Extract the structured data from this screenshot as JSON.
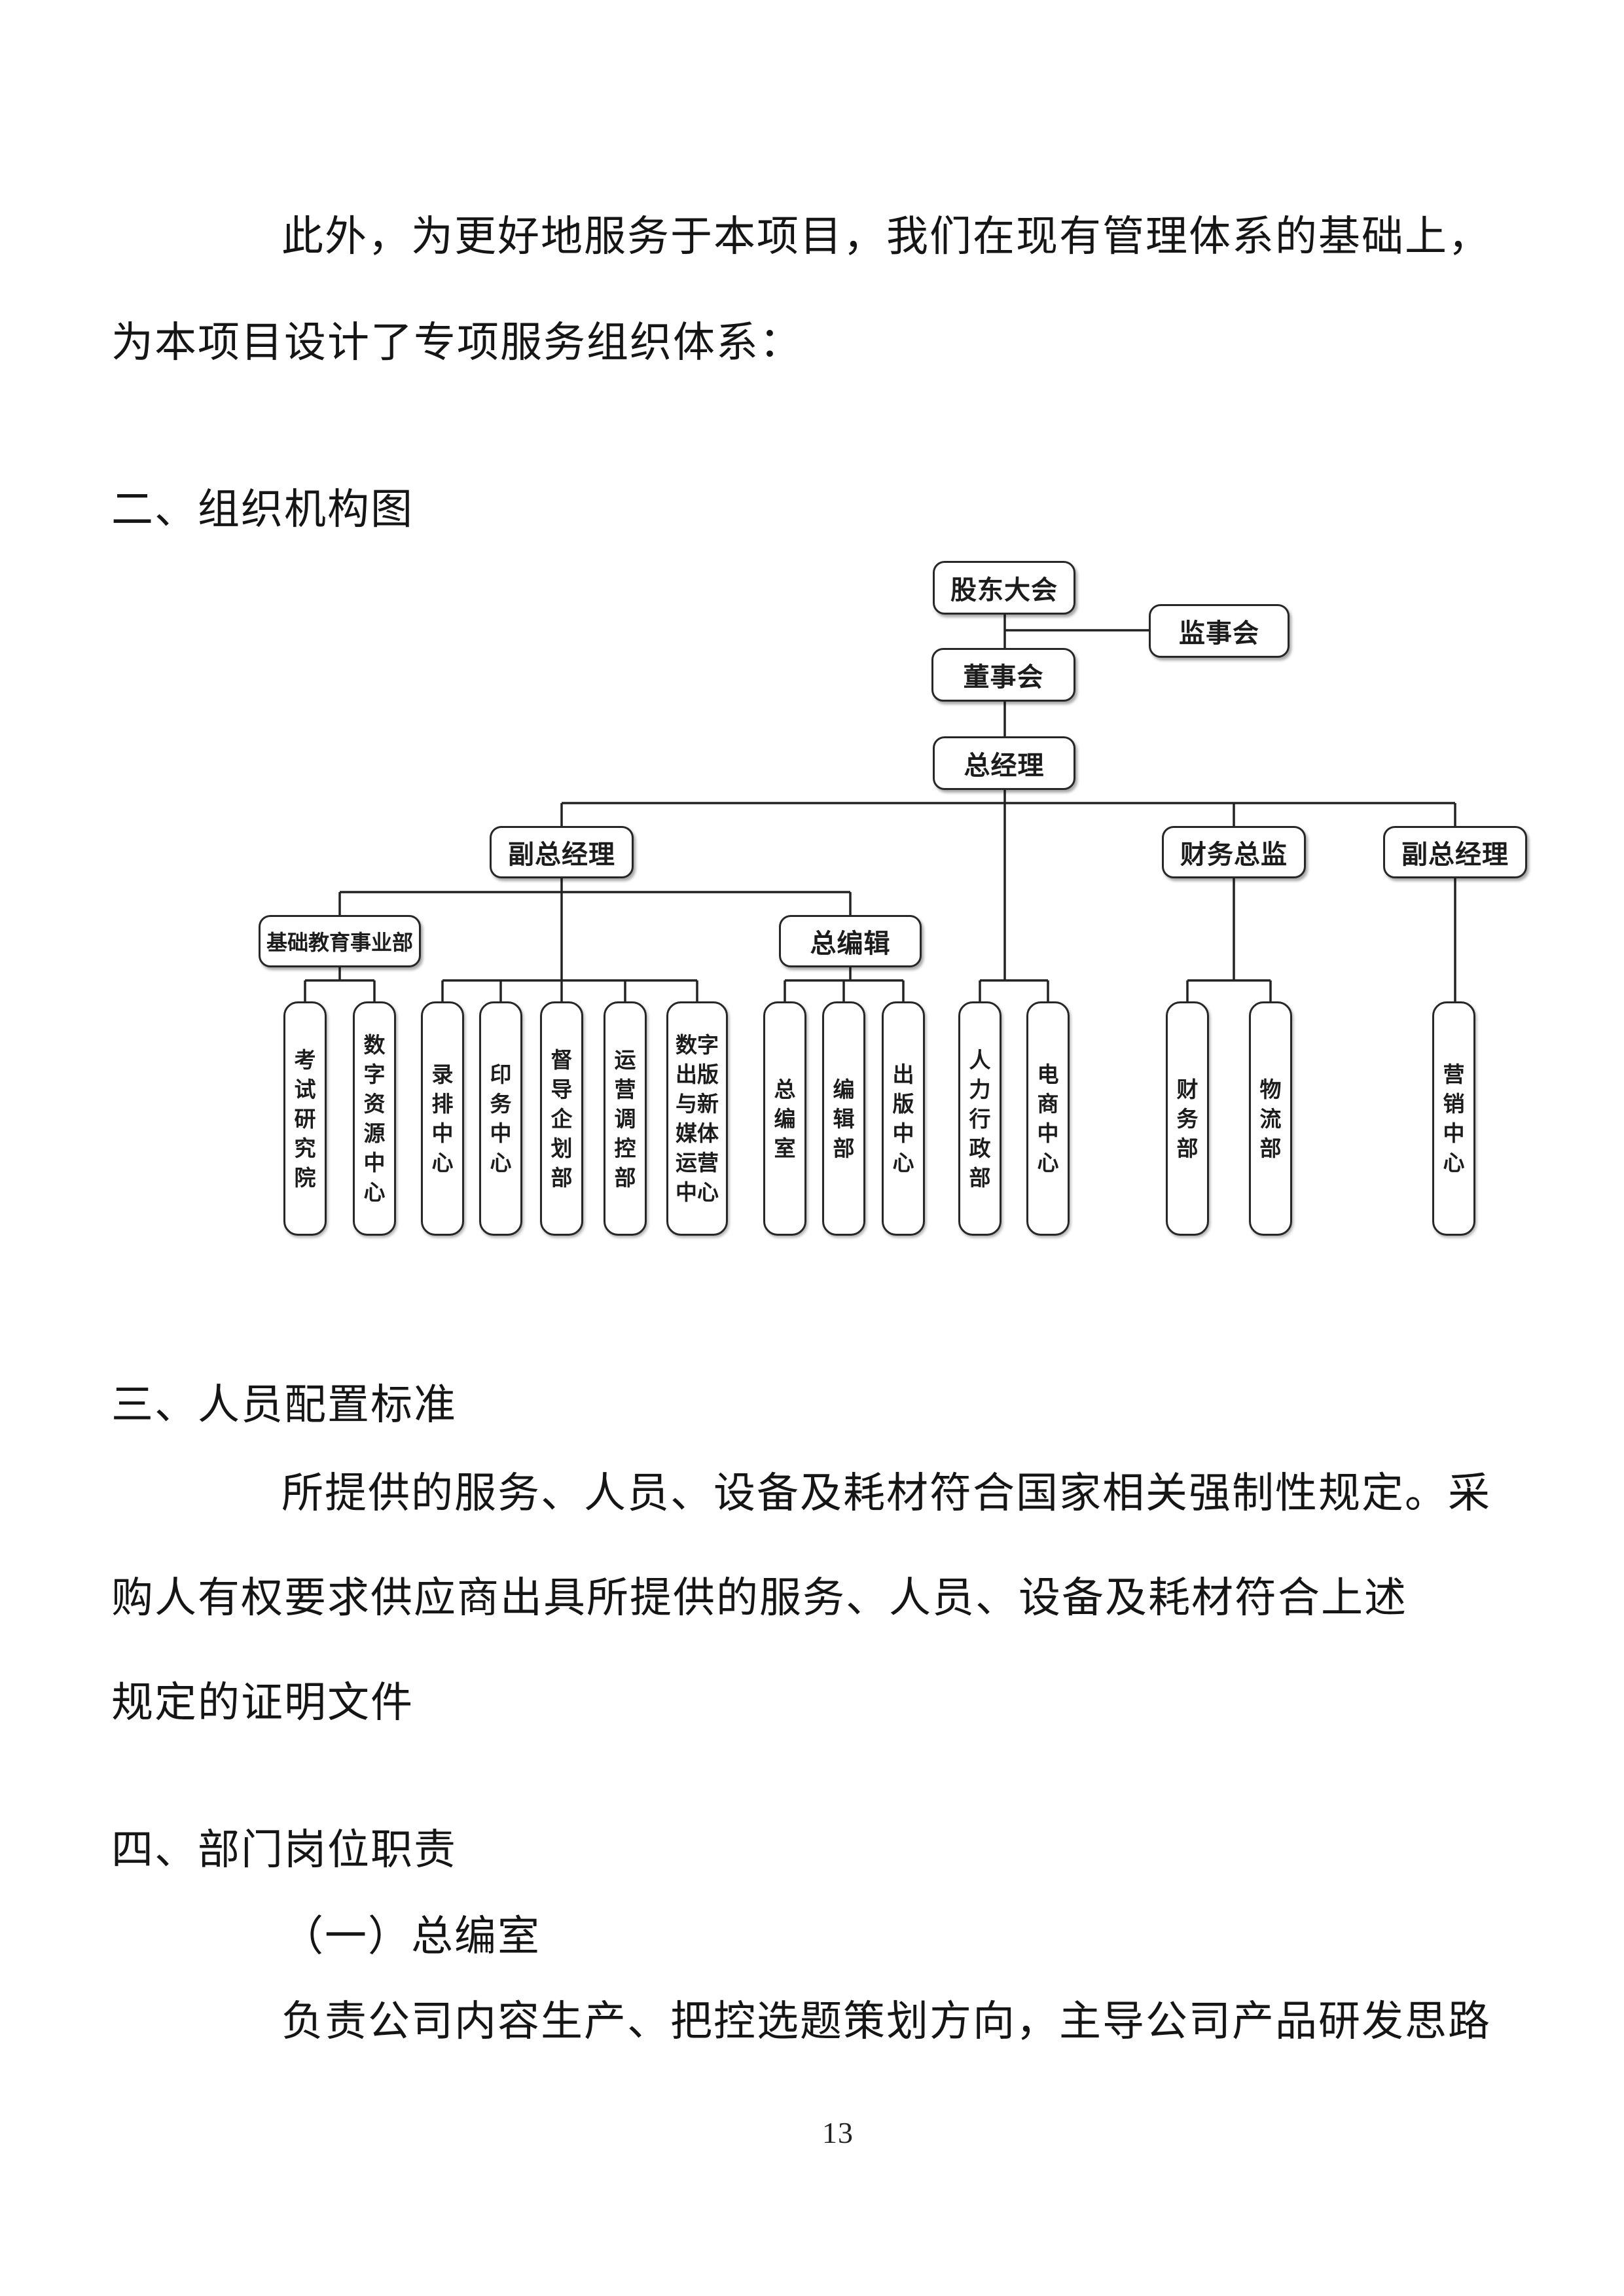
{
  "document": {
    "intro_lines": [
      "此外，为更好地服务于本项目，我们在现有管理体系的基础上，",
      "为本项目设计了专项服务组织体系："
    ],
    "section_org_chart": {
      "heading": "二、组织机构图"
    },
    "section_staffing": {
      "heading": "三、人员配置标准",
      "body_lines": [
        "所提供的服务、人员、设备及耗材符合国家相关强制性规定。采",
        "购人有权要求供应商出具所提供的服务、人员、设备及耗材符合上述",
        "规定的证明文件"
      ]
    },
    "section_duties": {
      "heading": "四、部门岗位职责",
      "sub_heading": "（一）总编室",
      "body_lines": [
        "负责公司内容生产、把控选题策划方向，主导公司产品研发思路"
      ]
    },
    "page_number": "13"
  },
  "org_chart": {
    "nodes": {
      "shareholders_meeting": "股东大会",
      "supervisory_board": "监事会",
      "board_of_directors": "董事会",
      "general_manager": "总经理",
      "deputy_gm_left": "副总经理",
      "finance_director": "财务总监",
      "deputy_gm_right": "副总经理",
      "basic_education_division": "基础教育事业部",
      "editor_in_chief": "总编辑"
    },
    "departments": [
      "考试研究院",
      "数字资源中心",
      "录排中心",
      "印务中心",
      "督导企划部",
      "运营调控部",
      "数字出版与新媒体运营中心",
      "总编室",
      "编辑部",
      "出版中心",
      "人力行政部",
      "电商中心",
      "财务部",
      "物流部",
      "营销中心"
    ],
    "colors": {
      "text": "#1a1a1a",
      "background": "#ffffff",
      "line": "#222222"
    }
  }
}
